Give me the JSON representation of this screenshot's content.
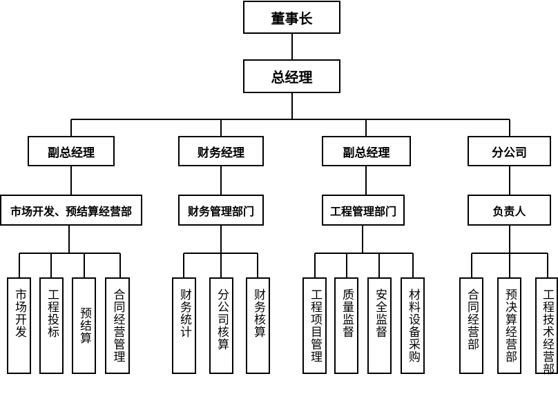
{
  "chairman": "董事长",
  "gm": "总经理",
  "branches": [
    {
      "head": "副总经理",
      "dept": "市场开发、预结算经营部",
      "units": [
        "市场开发",
        "工程投标",
        "预结算",
        "合同经营管理"
      ]
    },
    {
      "head": "财务经理",
      "dept": "财务管理部门",
      "units": [
        "财务统计",
        "分公司核算",
        "财务核算"
      ]
    },
    {
      "head": "副总经理",
      "dept": "工程管理部门",
      "units": [
        "工程项目管理",
        "质量监督",
        "安全监督",
        "材料设备采购"
      ]
    },
    {
      "head": "分公司",
      "dept": "负责人",
      "units": [
        "合同经营部",
        "预决算经营部",
        "工程技术经营部"
      ]
    }
  ]
}
